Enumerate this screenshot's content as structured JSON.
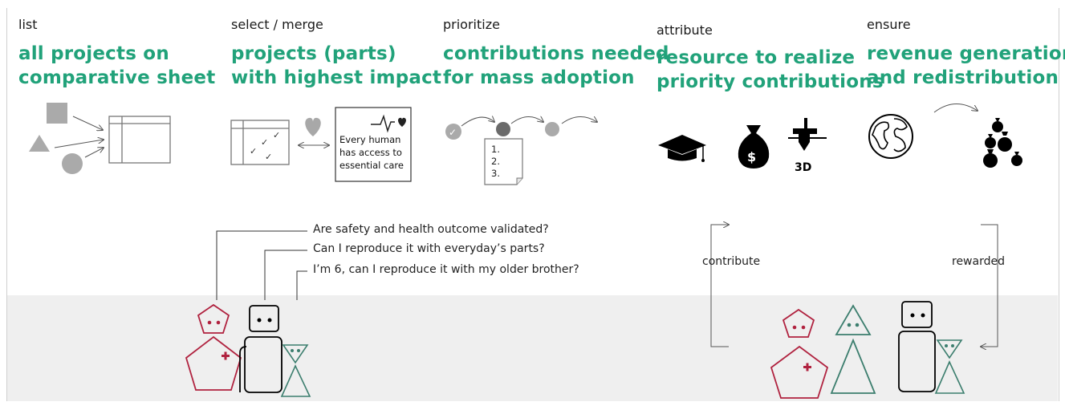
{
  "steps": [
    {
      "label": "list",
      "title_lines": [
        "all projects on",
        "comparative sheet"
      ]
    },
    {
      "label": "select / merge",
      "title_lines": [
        "projects (parts)",
        "with highest impact"
      ]
    },
    {
      "label": "prioritize",
      "title_lines": [
        "contributions needed",
        "for mass adoption"
      ]
    },
    {
      "label": "attribute",
      "title_lines": [
        "resource to realize",
        "priority contributions"
      ]
    },
    {
      "label": "ensure",
      "title_lines": [
        "revenue generation",
        "and redistribution"
      ]
    }
  ],
  "impact_card": {
    "lines": [
      "Every human",
      "has access to",
      "essential care"
    ]
  },
  "priority_list": [
    "1.",
    "2.",
    "3."
  ],
  "questions": [
    "Are safety and health outcome validated?",
    "Can I reproduce it with everyday’s parts?",
    "I’m 6, can I reproduce it with my older brother?"
  ],
  "cycle": {
    "left_label": "contribute",
    "right_label": "rewarded"
  },
  "colors": {
    "accent_green": "#21a27a",
    "health_red": "#b0223f",
    "child_green": "#3c7e6e",
    "gray_shape": "#aaaaaa"
  },
  "icons": [
    "shapes-icon",
    "table-icon",
    "checklist-icon",
    "heart-icon",
    "heartbeat-icon",
    "check-circle-icon",
    "document-list-icon",
    "graduation-cap-icon",
    "money-bag-icon",
    "3d-printer-icon",
    "globe-icon",
    "money-bags-icon"
  ]
}
